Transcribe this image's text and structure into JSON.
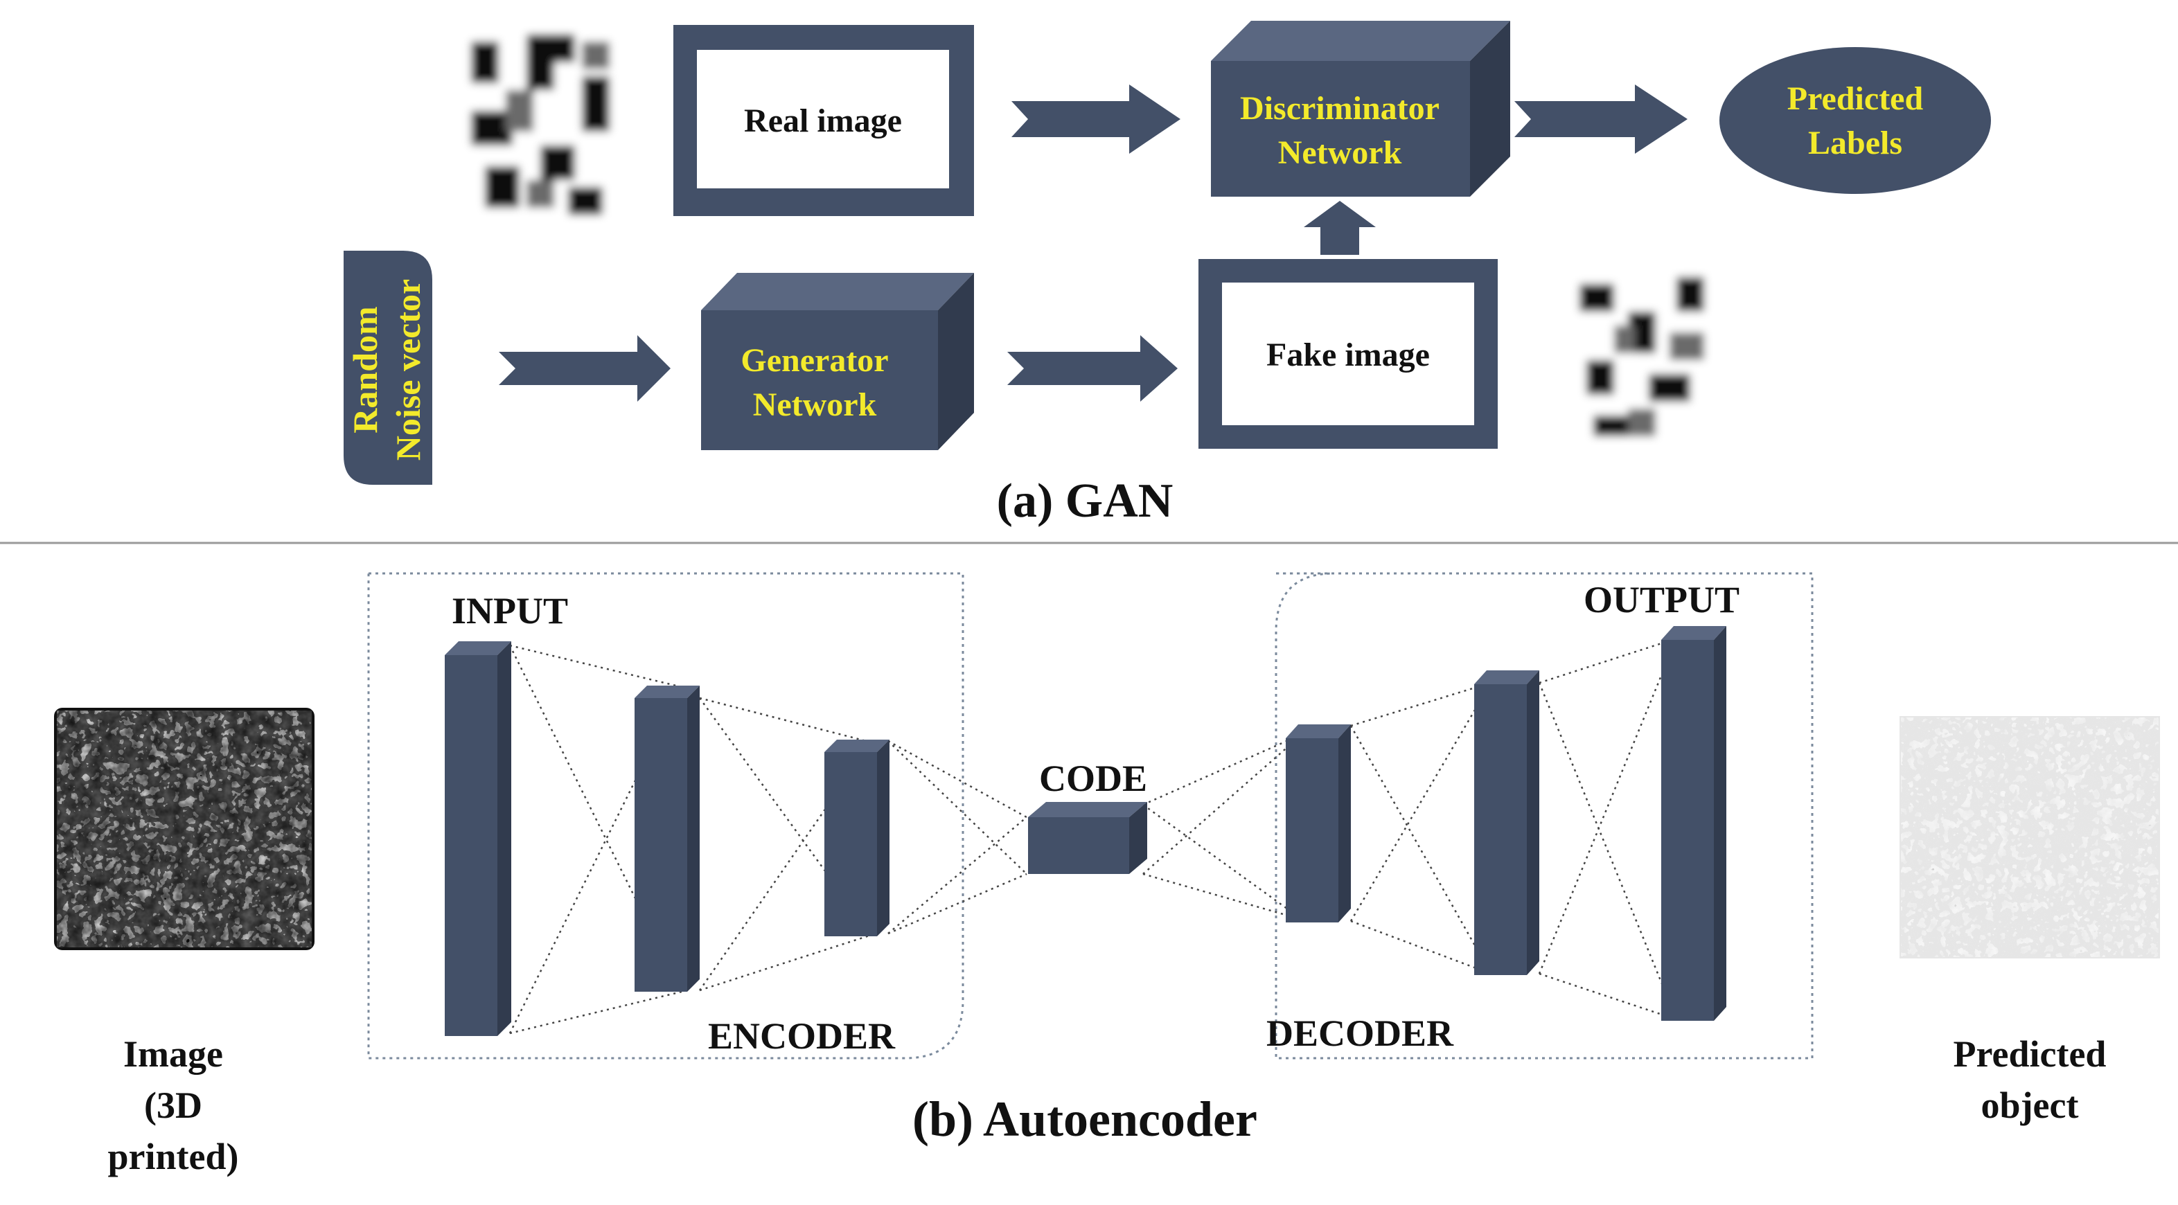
{
  "gan": {
    "caption": "(a) GAN",
    "real_image": "Real image",
    "fake_image": "Fake image",
    "discriminator": [
      "Discriminator",
      "Network"
    ],
    "generator": [
      "Generator",
      "Network"
    ],
    "predicted_labels": [
      "Predicted",
      "Labels"
    ],
    "noise_vector": [
      "Random",
      "Noise vector"
    ]
  },
  "autoencoder": {
    "caption": "(b) Autoencoder",
    "input": "INPUT",
    "output": "OUTPUT",
    "code": "CODE",
    "encoder": "ENCODER",
    "decoder": "DECODER",
    "image_label": [
      "Image",
      "(3D",
      "printed)"
    ],
    "predicted_object": [
      "Predicted",
      "object"
    ]
  },
  "colors": {
    "slate": "#435068",
    "slate_top": "#5a6781",
    "slate_side": "#313b4e",
    "accent_text": "#f3ea2b",
    "text": "#111111",
    "divider": "#9a9a9a",
    "dotted": "#7b8a9c"
  },
  "icons": {
    "arrow": "block-arrow-icon",
    "texture": "texture-thumbnail"
  }
}
